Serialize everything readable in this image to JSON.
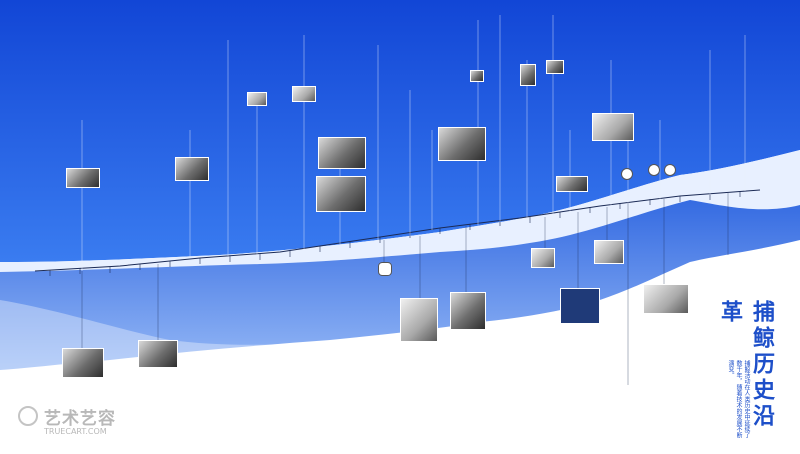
{
  "title": "捕鲸历史沿革",
  "subtitle": "捕鲸活动在人类历史中延续了数千年，随着技术的发展不断演变。",
  "watermark": {
    "text": "艺术艺容",
    "url": "TRUECART.COM"
  },
  "colors": {
    "sky": "#1f5fe6",
    "sea": "#2f6ee8",
    "accent": "#1d4fc9",
    "line": "#1b2a55"
  }
}
